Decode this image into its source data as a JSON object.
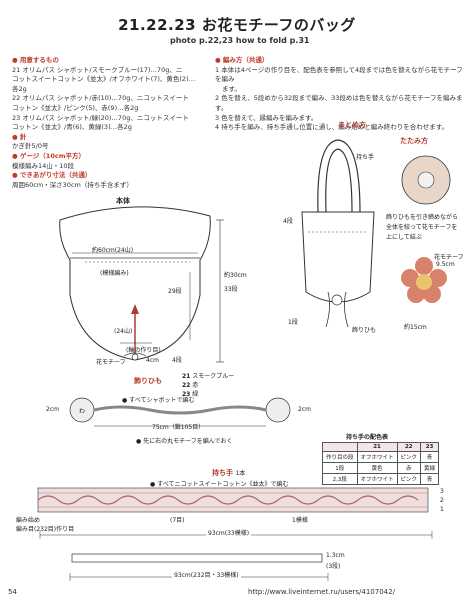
{
  "header": {
    "title": "21.22.23 お花モチーフのバッグ",
    "subtitle": "photo p.22,23  how to fold p.31"
  },
  "materials": {
    "heading": "● 用意するもの",
    "l1": "21 オリムパス シャボット/スモークブルー(17)…70g、ニ",
    "l2": "コットスイートコットン《並太》/オフホワイト(7)、黄色(2)…",
    "l3": "各2g",
    "l4": "22 オリムパス シャボット/赤(10)…70g、ニコットスイート",
    "l5": "コットン《並太》/ピンク(5)、赤(9)…各2g",
    "l6": "23 オリムパス シャボット/緑(20)…70g、ニコットスイート",
    "l7": "コットン《並太》/青(6)、黄緑(3)…各2g"
  },
  "needle": {
    "heading": "● 針",
    "value": "かぎ針5/0号"
  },
  "gauge": {
    "heading": "● ゲージ（10cm平方）",
    "value": "模様編み14山・10段"
  },
  "size": {
    "heading": "● できあがり寸法（共通）",
    "value": "周囲60cm・深さ30cm（持ち手含まず）"
  },
  "method": {
    "heading": "● 編み方（共通）",
    "s1": "1 本体は4ページの作り目を、配色表を参照して4段までは色を替えながら花モチーフを編み",
    "s1b": "ます。",
    "s2": "2 色を替え、5段めから32段まで編み、33段めは色を替えながら花モチーフを編みます。",
    "s3": "3 色を替えて、縁編みを編みます。",
    "s4": "4 持ち手を編み、持ち手通し位置に通し、編み始めと編み終わりを合わせます。"
  },
  "body_diagram": {
    "title": "本体",
    "circumference": "約60cm(24山)",
    "pattern": "(模様編み)",
    "rows": "29段",
    "height": "約30cm",
    "height_rows": "33段",
    "bottom_count": "(24山)",
    "center": "(輪の作り目)",
    "motif": "花モチーフ",
    "motif_size": "4cm",
    "row4": "4段"
  },
  "finishing": {
    "title": "まとめ方",
    "handle": "持ち手",
    "rows4": "4段",
    "rows1": "1段",
    "drawstring": "飾りひも"
  },
  "folding": {
    "title": "たたみ方",
    "caption1": "飾りひもを引き締めながら",
    "caption2": "全体を絞って花モチーフを",
    "caption3": "上にして結ぶ",
    "flower_label": "花モチーフ",
    "flower_size": "9.5cm",
    "width": "約15cm"
  },
  "cord": {
    "title": "飾りひも",
    "c21": "21",
    "c22": "22",
    "c23": "23",
    "v21": "スモークブルー",
    "v22": "赤",
    "v23": "緑",
    "note": "● すべてシャボットで編む",
    "end_left": "2cm",
    "end_right": "2cm",
    "ring": "わ",
    "length": "75cm（鎖105目）",
    "note2": "● 先に右の丸モチーフを編んでおく"
  },
  "color_table": {
    "title": "持ち手の配色表",
    "headers": [
      "",
      "21",
      "22",
      "23"
    ],
    "rows": [
      [
        "作り目の段",
        "オフホワイト",
        "ピンク",
        "青"
      ],
      [
        "1段",
        "黄色",
        "赤",
        "黄緑"
      ],
      [
        "2,3段",
        "オフホワイト",
        "ピンク",
        "青"
      ]
    ]
  },
  "handle": {
    "title": "持ち手",
    "count": "1本",
    "note": "● すべてニコットスイートコットン《並太》で編む",
    "row3": "3",
    "row2": "2",
    "row1": "1",
    "start_label": "編み始め",
    "start_detail": "編み目(232目)作り目",
    "seven": "(7目)",
    "one_pattern": "1模様",
    "length1": "93cm(33模様)",
    "length2": "93cm(232目・33模様)",
    "width": "1.3cm",
    "width_rows": "(3段)"
  },
  "footer": {
    "page": "54",
    "url": "http://www.liveinternet.ru/users/4107042/"
  }
}
